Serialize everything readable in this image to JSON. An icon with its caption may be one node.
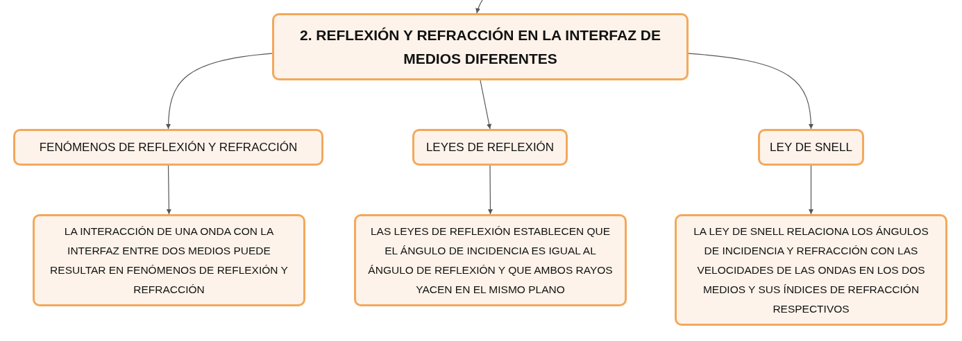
{
  "diagram": {
    "nodes": [
      {
        "text": [
          "2. REFLEXIÓN Y REFRACCIÓN EN LA INTERFAZ DE MEDIOS DIFERENTES"
        ]
      },
      {
        "text": [
          "FENÓMENOS DE REFLEXIÓN Y REFRACCIÓN"
        ]
      },
      {
        "text": [
          "LEYES DE REFLEXIÓN"
        ]
      },
      {
        "text": [
          "LEY DE SNELL"
        ]
      },
      {
        "text": [
          "LA INTERACCIÓN DE UNA ONDA CON LA INTERFAZ ENTRE DOS MEDIOS PUEDE RESULTAR EN FENÓMENOS DE REFLEXIÓN Y REFRACCIÓN"
        ]
      },
      {
        "text": [
          "LAS LEYES DE REFLEXIÓN ESTABLECEN QUE EL ÁNGULO DE INCIDENCIA ES IGUAL AL ÁNGULO DE REFLEXIÓN Y QUE AMBOS RAYOS YACEN EN EL MISMO PLANO"
        ]
      },
      {
        "text": [
          "LA LEY DE SNELL RELACIONA LOS ÁNGULOS DE INCIDENCIA Y REFRACCIÓN CON LAS VELOCIDADES DE LAS ONDAS EN LOS DOS MEDIOS Y SUS ÍNDICES DE REFRACCIÓN RESPECTIVOS"
        ]
      }
    ],
    "edges": [
      {
        "from": null,
        "to": 0,
        "arrow": "to"
      },
      {
        "from": 0,
        "to": 1,
        "arrow": "to"
      },
      {
        "from": 0,
        "to": 2,
        "arrow": "to"
      },
      {
        "from": 0,
        "to": 3,
        "arrow": "to"
      },
      {
        "from": 1,
        "to": 4,
        "arrow": "to"
      },
      {
        "from": 2,
        "to": 5,
        "arrow": "to"
      },
      {
        "from": 3,
        "to": 6,
        "arrow": "to"
      }
    ]
  }
}
